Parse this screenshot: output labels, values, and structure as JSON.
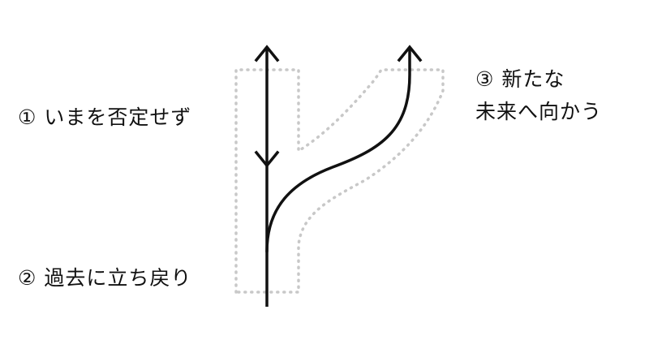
{
  "labels": {
    "step1": "① いまを否定せず",
    "step2": "② 過去に立ち戻り",
    "step3_line1": "③ 新たな",
    "step3_line2": "未来へ向かう"
  },
  "colors": {
    "line": "#111111",
    "outline": "#c8c8c8",
    "background": "#ffffff"
  }
}
